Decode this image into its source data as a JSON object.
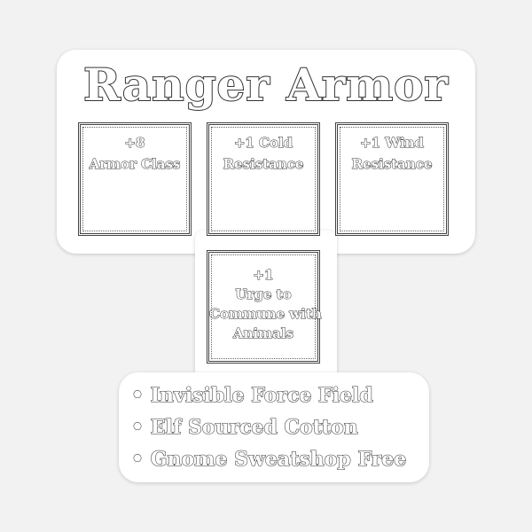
{
  "title": "Ranger Armor",
  "boxes": [
    {
      "lines": [
        "+8",
        "Armor Class"
      ]
    },
    {
      "lines": [
        "+1 Cold",
        "Resistance"
      ]
    },
    {
      "lines": [
        "+1 Wind",
        "Resistance"
      ]
    },
    {
      "lines": [
        "+1",
        "Urge to",
        "Commune with",
        "Animals"
      ]
    }
  ],
  "bullets": [
    "• Invisible Force Field",
    "• Elf Sourced Cotton",
    "• Gnome Sweatshop Free"
  ]
}
